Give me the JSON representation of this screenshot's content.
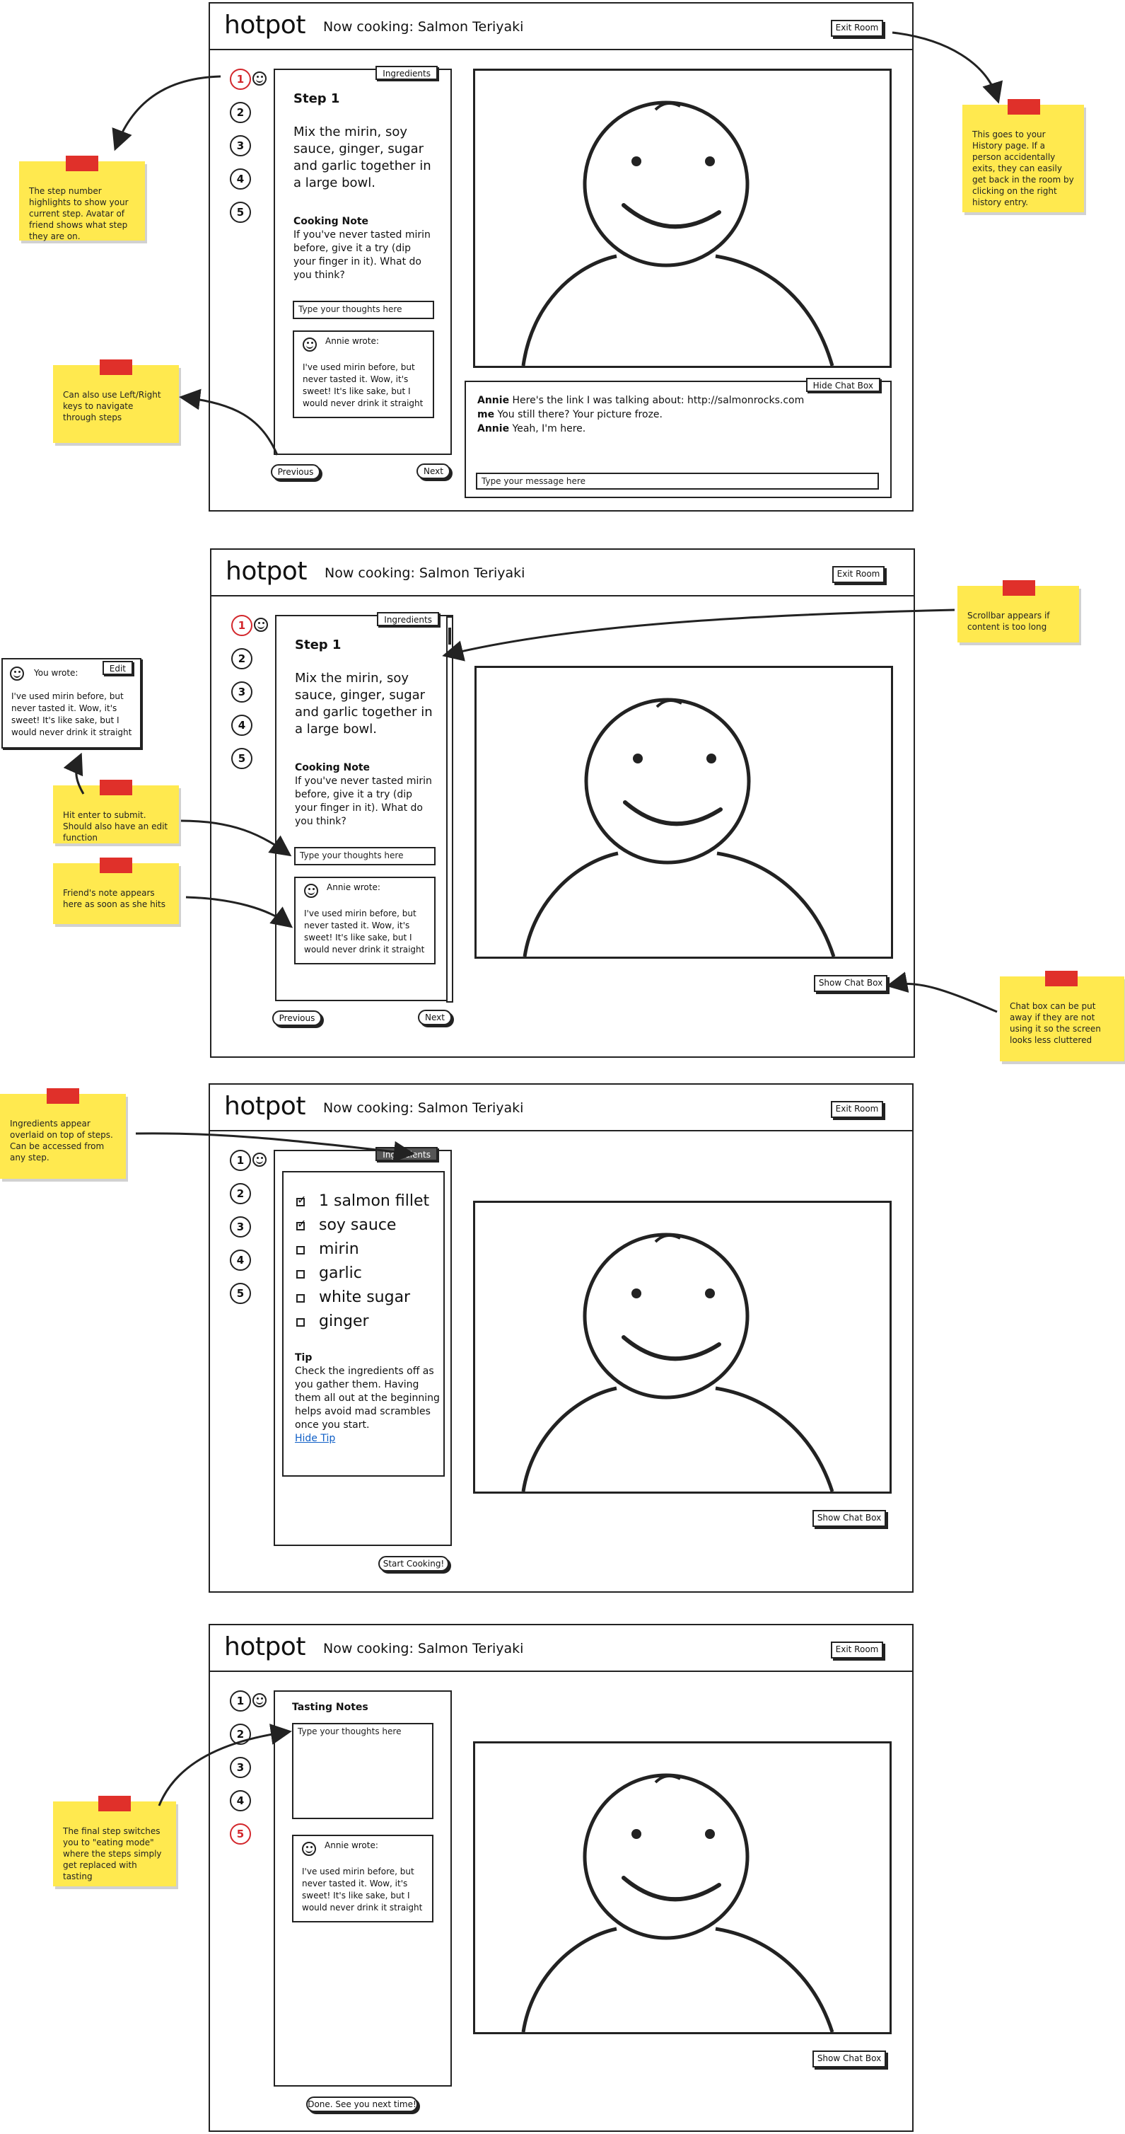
{
  "app": {
    "logo": "hotpot",
    "title": "Now cooking: Salmon Teriyaki",
    "exit_label": "Exit Room"
  },
  "steps": [
    "1",
    "2",
    "3",
    "4",
    "5"
  ],
  "tabs": {
    "ingredients": "Ingredients",
    "hide_chat": "Hide Chat Box",
    "show_chat": "Show Chat Box"
  },
  "step1": {
    "heading": "Step 1",
    "text": "Mix the mirin, soy sauce, ginger, sugar and garlic together in a large bowl.",
    "note_heading": "Cooking Note",
    "note_text": "If you've never tasted mirin before, give it a try (dip your finger in it). What do you think?"
  },
  "thoughts_placeholder": "Type your thoughts here",
  "friend_note": {
    "author": "Annie wrote:",
    "text": "I've used mirin before, but never tasted it. Wow, it's sweet! It's like sake, but I would never drink it straight"
  },
  "own_note": {
    "author": "You wrote:",
    "edit": "Edit",
    "text": "I've used mirin before, but never tasted it. Wow, it's sweet! It's like sake, but I would never drink it straight"
  },
  "nav": {
    "previous": "Previous",
    "next": "Next",
    "start": "Start Cooking!",
    "done": "Done. See you next time!"
  },
  "chat": {
    "messages": [
      {
        "from": "Annie",
        "text": " Here's the link I was talking about: http://salmonrocks.com"
      },
      {
        "from": "me",
        "text": "You still there? Your picture froze."
      },
      {
        "from": "Annie",
        "text": "Yeah, I'm here."
      }
    ],
    "placeholder": "Type your message here"
  },
  "ingredients": {
    "items": [
      {
        "name": "1 salmon fillet",
        "checked": true
      },
      {
        "name": "soy sauce",
        "checked": true
      },
      {
        "name": "mirin",
        "checked": false
      },
      {
        "name": "garlic",
        "checked": false
      },
      {
        "name": "white sugar",
        "checked": false
      },
      {
        "name": "ginger",
        "checked": false
      }
    ],
    "tip_heading": "Tip",
    "tip_text": "Check the ingredients off as you gather them. Having them all out at the beginning helps avoid mad scrambles once you start.",
    "hide_tip": "Hide Tip"
  },
  "tasting": {
    "heading": "Tasting Notes"
  },
  "stickies": {
    "s1": "The step number highlights to show your current step. Avatar of friend shows what step they are on.",
    "s2": "Can also use Left/Right keys to navigate through steps",
    "s3": "This goes to your History page. If a person accidentally exits, they can easily get back in the room by clicking on the right history entry.",
    "s4": "Scrollbar appears if content is too long",
    "s5": "Hit enter to submit. Should also have an edit function",
    "s6": "Friend's note appears here as soon as she hits",
    "s7": "Chat box can be put away if they are not using it so the screen looks less cluttered",
    "s8": "Ingredients appear overlaid on top of steps. Can be accessed from any step.",
    "s9": "The final step switches you to \"eating mode\" where the steps simply get replaced with tasting"
  },
  "colors": {
    "current_step": "#d3272c",
    "sticky": "#ffe94f",
    "tape": "#e0302a",
    "link": "#0f5fc7"
  }
}
